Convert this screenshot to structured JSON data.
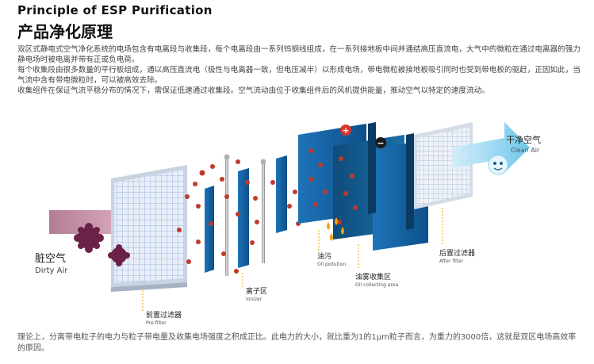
{
  "header": {
    "title_en": "Principle of ESP Purification",
    "title_cn": "产品净化原理"
  },
  "intro": [
    "双区式静电式空气净化系统的电场包含有电离段与收集段，每个电离段由一系列钨钢线组成，在一系列接地板中间并通结高压直流电，大气中的微粒在通过电离器的强力静电场时被电离并带有正或负电荷。",
    "每个收集段由很多数量的平行板组成，通以高压直流电（极性与电离器一致，但电压减半）以形成电场，带电微粒被接地板吸引同时也受到带电板的驱赶，正因如此，当气流中含有带电微粒时，可以被高效去除。",
    "收集组件在保证气流平稳分布的情况下，需保证低速通过收集段。空气流动由位于收集组件后的风机提供能量，推动空气以特定的速度流动。"
  ],
  "diagram": {
    "dirty_air_cn": "脏空气",
    "dirty_air_en": "Dirty Air",
    "clean_air_cn": "干净空气",
    "clean_air_en": "Clean Air",
    "prefilter_cn": "前置过滤器",
    "prefilter_en": "Pre-filter",
    "ionizer_cn": "离子区",
    "ionizer_en": "Ionizer",
    "oil_cn": "油污",
    "oil_en": "Oil pollution",
    "collect_cn": "油雾收集区",
    "collect_en": "Oil collecting area",
    "after_cn": "后置过滤器",
    "after_en": "After filter",
    "plus": "+",
    "minus": "−",
    "colors": {
      "dirty": "#6b2148",
      "panel": "#1e73b8",
      "clean": "#6fc7ea",
      "oil": "#f2a300",
      "particle": "#c0392b"
    }
  },
  "footer": "理论上，分离带电粒子的电力与粒子带电量及收集电场强度之积成正比。此电力的大小，就比重为1的1μm粒子而言，为重力的3000倍，这就是双区电场高效率的原因。"
}
